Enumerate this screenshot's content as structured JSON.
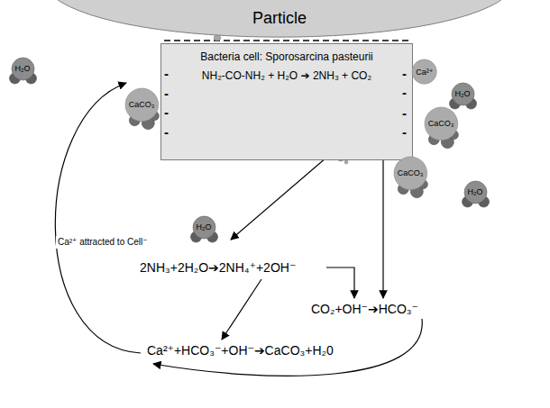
{
  "diagram": {
    "nodes": [
      {
        "text": [
          "Particle"
        ]
      },
      {
        "text": [
          "Bacteria cell: Sporosarcina pasteurii",
          "NH₂-CO-NH₂ + H₂O ➔ 2NH₃ + CO₂"
        ]
      },
      {
        "text": [
          "H₂O"
        ]
      },
      {
        "text": [
          "Ca²⁺"
        ]
      },
      {
        "text": [
          "H₂O"
        ]
      },
      {
        "text": [
          "CaCO₃"
        ]
      },
      {
        "text": [
          "CaCO₃"
        ]
      },
      {
        "text": [
          "CaCO₃"
        ]
      },
      {
        "text": [
          "H₂O"
        ]
      },
      {
        "text": [
          "H₂O"
        ]
      }
    ],
    "labels": [
      "-",
      "-",
      "-",
      "-",
      "-",
      "-",
      "-",
      "-",
      "Ca²⁺ attracted to Cell⁻",
      "2NH₃+2H₂O➔2NH₄⁺+2OH⁻",
      "CO₂+OH⁻➔HCO₃⁻",
      "Ca²⁺+HCO₃⁻+OH⁻➔CaCO₃+H₂0"
    ]
  }
}
